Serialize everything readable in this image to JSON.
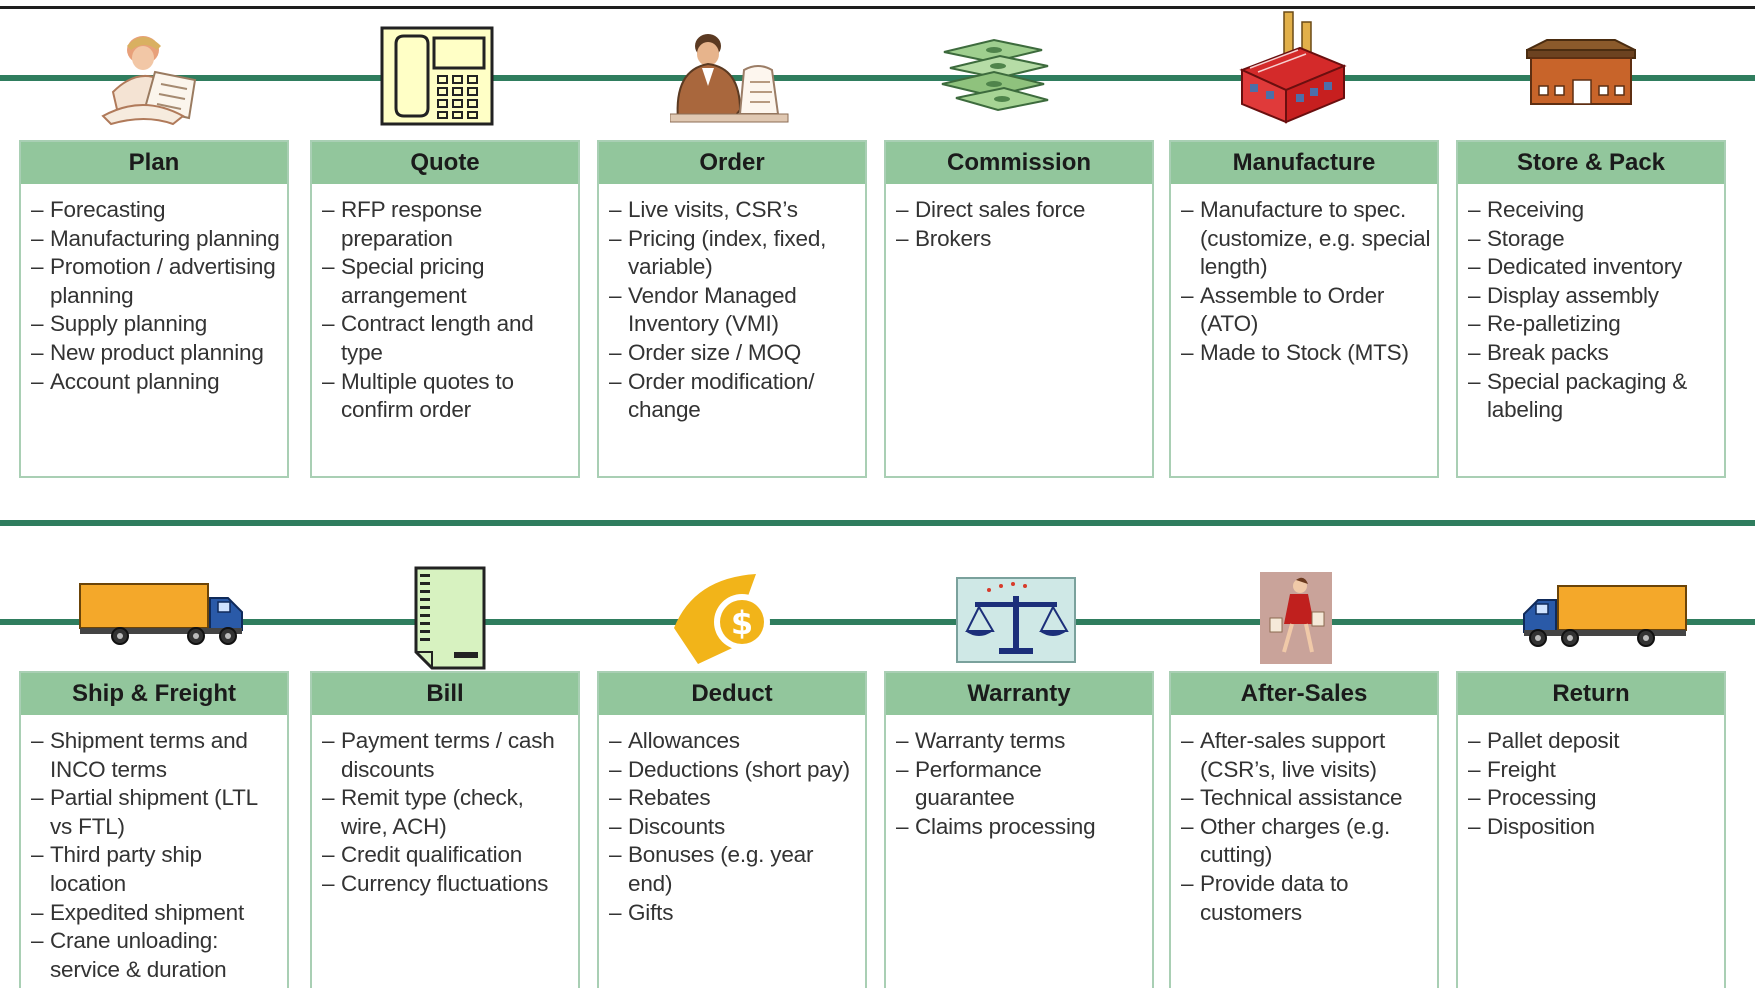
{
  "process_row_1": [
    {
      "title": "Plan",
      "icon": "engineer-with-blueprints-icon",
      "items": [
        "Forecasting",
        "Manufacturing planning",
        "Promotion / advertising planning",
        "Supply planning",
        "New product planning",
        "Account planning"
      ]
    },
    {
      "title": "Quote",
      "icon": "telephone-icon",
      "items": [
        "RFP response preparation",
        "Special pricing arrangement",
        "Contract length and type",
        "Multiple quotes to confirm order"
      ]
    },
    {
      "title": "Order",
      "icon": "businessman-at-desk-icon",
      "items": [
        "Live visits, CSR’s",
        "Pricing (index, fixed, variable)",
        "Vendor Managed Inventory (VMI)",
        "Order size / MOQ",
        "Order modification/ change"
      ]
    },
    {
      "title": "Commission",
      "icon": "money-stack-icon",
      "items": [
        "Direct sales force",
        "Brokers"
      ]
    },
    {
      "title": "Manufacture",
      "icon": "factory-icon",
      "items": [
        "Manufacture to spec. (customize, e.g. special length)",
        "Assemble to Order (ATO)",
        "Made to Stock (MTS)"
      ]
    },
    {
      "title": "Store & Pack",
      "icon": "warehouse-icon",
      "items": [
        "Receiving",
        "Storage",
        "Dedicated inventory",
        "Display assembly",
        "Re-palletizing",
        "Break packs",
        "Special packaging & labeling"
      ]
    }
  ],
  "process_row_2": [
    {
      "title": "Ship & Freight",
      "icon": "delivery-truck-icon",
      "items": [
        "Shipment terms and INCO terms",
        "Partial shipment (LTL vs FTL)",
        "Third party ship location",
        "Expedited shipment",
        "Crane unloading: service & duration"
      ]
    },
    {
      "title": "Bill",
      "icon": "bill-document-icon",
      "items": [
        "Payment terms / cash discounts",
        "Remit type (check, wire, ACH)",
        "Credit qualification",
        "Currency fluctuations"
      ]
    },
    {
      "title": "Deduct",
      "icon": "dollar-coin-icon",
      "items": [
        "Allowances",
        "Deductions (short pay)",
        "Rebates",
        "Discounts",
        "Bonuses (e.g. year end)",
        "Gifts"
      ]
    },
    {
      "title": "Warranty",
      "icon": "scales-of-justice-icon",
      "items": [
        "Warranty terms",
        "Performance guarantee",
        "Claims processing"
      ]
    },
    {
      "title": "After-Sales",
      "icon": "shopper-woman-icon",
      "items": [
        "After-sales support (CSR’s, live visits)",
        "Technical assistance",
        "Other charges (e.g. cutting)",
        "Provide data to customers"
      ]
    },
    {
      "title": "Return",
      "icon": "return-truck-icon",
      "items": [
        "Pallet deposit",
        "Freight",
        "Processing",
        "Disposition"
      ]
    }
  ],
  "colors": {
    "header_fill": "#92c69c",
    "card_border": "#a9cfb4",
    "flow_line": "#2f7d5e"
  }
}
